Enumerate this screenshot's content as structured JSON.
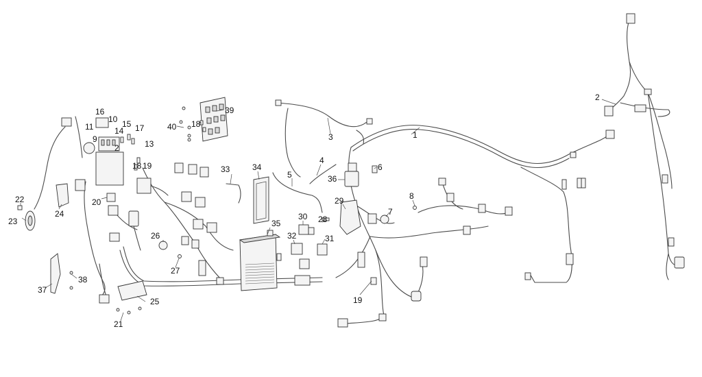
{
  "callouts": {
    "c1": "1",
    "c2a": "2",
    "c2b": "2",
    "c3": "3",
    "c4": "4",
    "c5": "5",
    "c6": "6",
    "c7": "7",
    "c8": "8",
    "c9": "9",
    "c10": "10",
    "c11": "11",
    "c13": "13",
    "c14": "14",
    "c15": "15",
    "c16": "16",
    "c17": "17",
    "c18a": "18",
    "c18b": "18",
    "c19a": "19",
    "c19b": "19",
    "c20": "20",
    "c21": "21",
    "c22": "22",
    "c23": "23",
    "c24": "24",
    "c25": "25",
    "c26": "26",
    "c27": "27",
    "c28": "28",
    "c29": "29",
    "c30": "30",
    "c31": "31",
    "c32": "32",
    "c33": "33",
    "c34": "34",
    "c35": "35",
    "c36": "36",
    "c37": "37",
    "c38": "38",
    "c39": "39",
    "c40": "40"
  },
  "colors": {
    "line": "#4a4a4a",
    "text": "#111111",
    "background": "#ffffff"
  }
}
